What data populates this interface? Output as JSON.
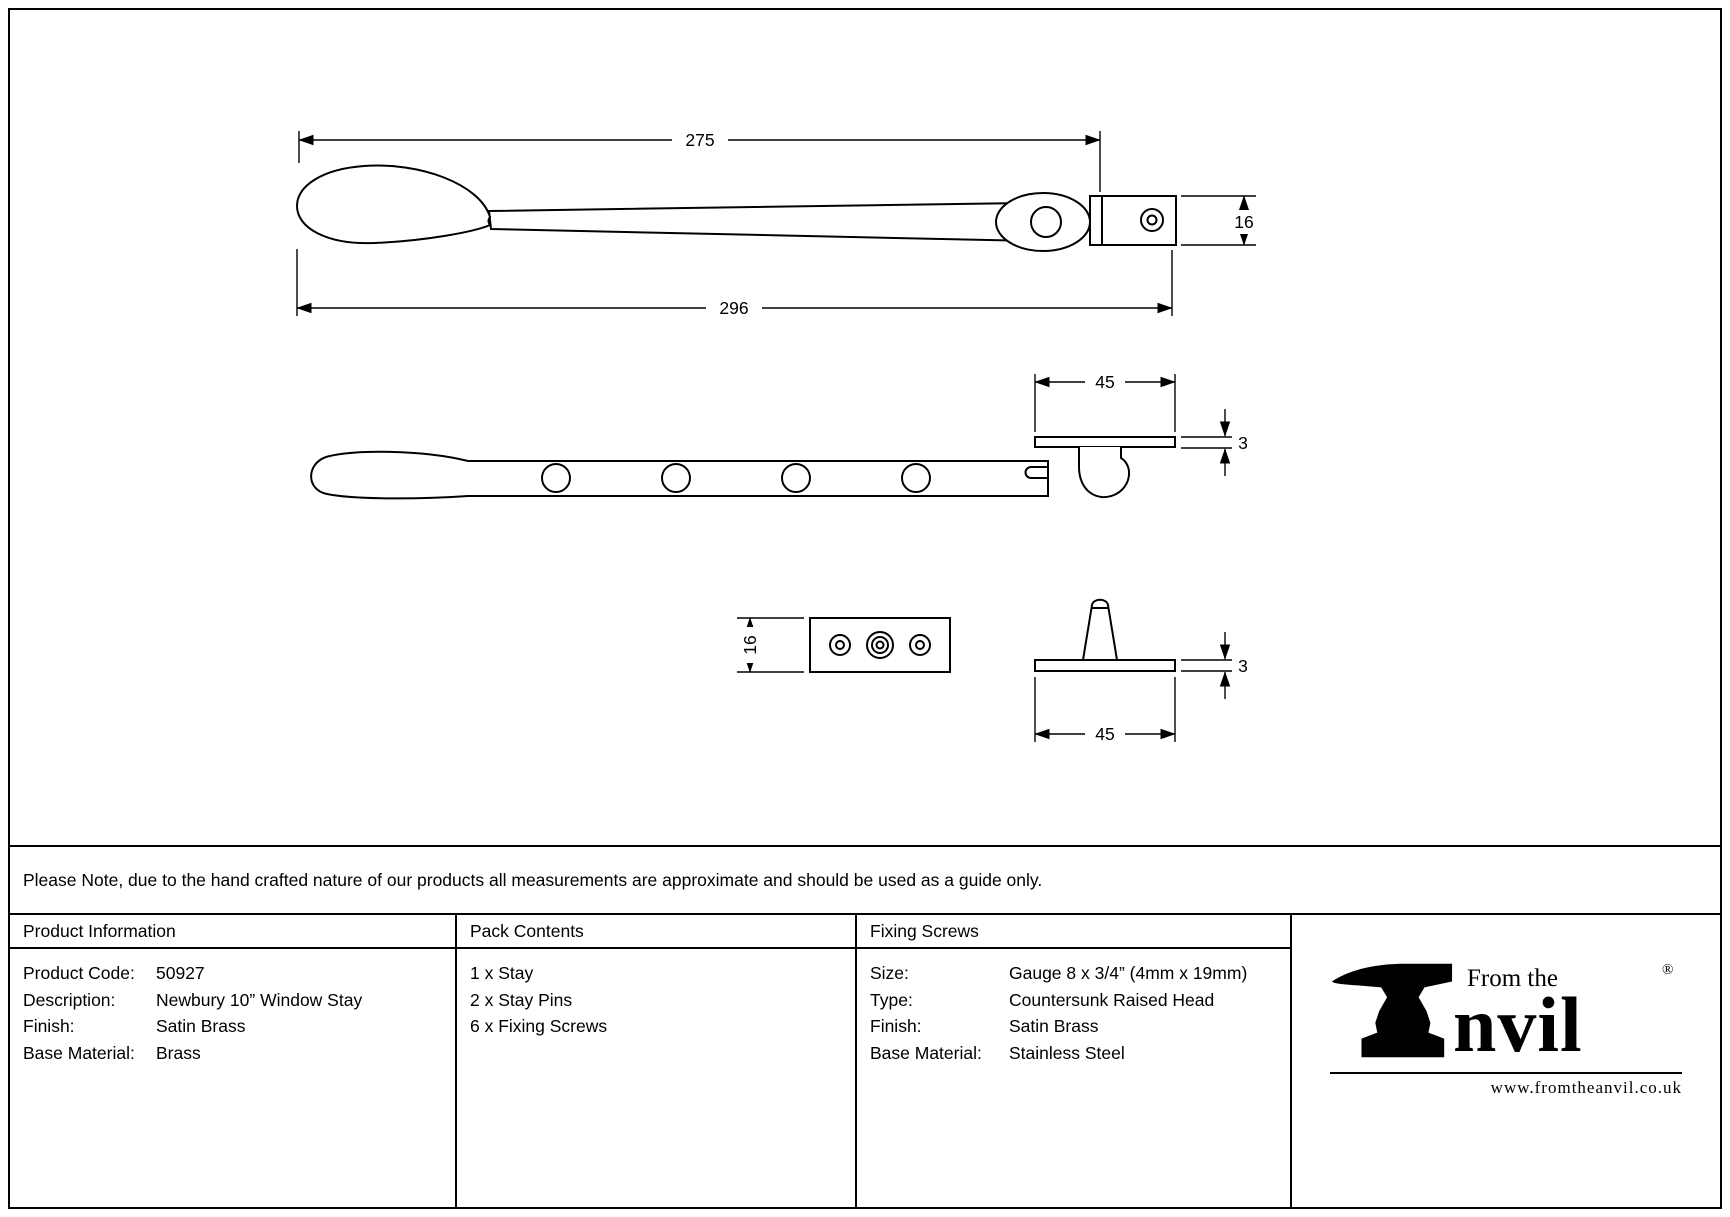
{
  "drawing": {
    "dimensions": {
      "stay_arm_length": "275",
      "stay_total_length": "296",
      "bracket_height": "16",
      "keeper_plate_width": "45",
      "keeper_plate_thickness": "3",
      "keeper_plate_height": "16",
      "pin_plate_thickness": "3",
      "pin_plate_width": "45"
    }
  },
  "note": "Please Note, due to the hand crafted nature of our products all measurements are approximate and should be used as a guide only.",
  "table": {
    "product_information": {
      "header": "Product Information",
      "rows": [
        {
          "label": "Product Code:",
          "value": "50927"
        },
        {
          "label": "Description:",
          "value": "Newbury 10” Window Stay"
        },
        {
          "label": "Finish:",
          "value": "Satin Brass"
        },
        {
          "label": "Base Material:",
          "value": "Brass"
        }
      ]
    },
    "pack_contents": {
      "header": "Pack Contents",
      "items": [
        "1 x Stay",
        "2 x Stay Pins",
        "6 x Fixing Screws"
      ]
    },
    "fixing_screws": {
      "header": "Fixing Screws",
      "rows": [
        {
          "label": "Size:",
          "value": "Gauge 8 x 3/4” (4mm x 19mm)"
        },
        {
          "label": "Type:",
          "value": "Countersunk Raised Head"
        },
        {
          "label": "Finish:",
          "value": "Satin Brass"
        },
        {
          "label": "Base Material:",
          "value": "Stainless Steel"
        }
      ]
    }
  },
  "logo": {
    "tagline": "From the",
    "brand_suffix": "nvil",
    "registered_mark": "®",
    "website": "www.fromtheanvil.co.uk"
  }
}
